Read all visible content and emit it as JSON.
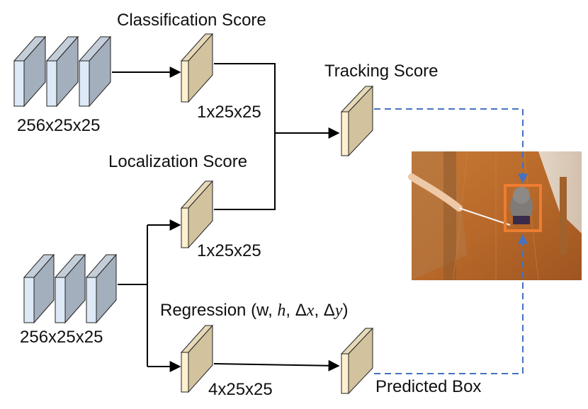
{
  "labels": {
    "classification": "Classification Score",
    "tracking": "Tracking Score",
    "localization": "Localization Score",
    "regression_prefix": "Regression (w, ",
    "regression_h": "h",
    "regression_sep": ", Δ",
    "regression_x": "x",
    "regression_sep2": ", Δ",
    "regression_y": "y",
    "regression_suffix": ")",
    "predicted_box": "Predicted Box"
  },
  "dims": {
    "top_feature": "256x25x25",
    "bottom_feature": "256x25x25",
    "cls_map": "1x25x25",
    "loc_map": "1x25x25",
    "reg_map": "4x25x25"
  },
  "colors": {
    "feature_front": "#dde9f6",
    "feature_side": "#a4afbd",
    "feature_top": "#c4ced9",
    "map_front": "#fdf0cf",
    "map_side": "#d2c39e",
    "map_top": "#e6d9b8",
    "edge": "#222222",
    "arrow": "#000000",
    "dashed": "#4472c4",
    "bbox": "#ed7d31",
    "floor": "#b86a2a"
  },
  "icons": {
    "photo": "tracking-frame-photo"
  }
}
